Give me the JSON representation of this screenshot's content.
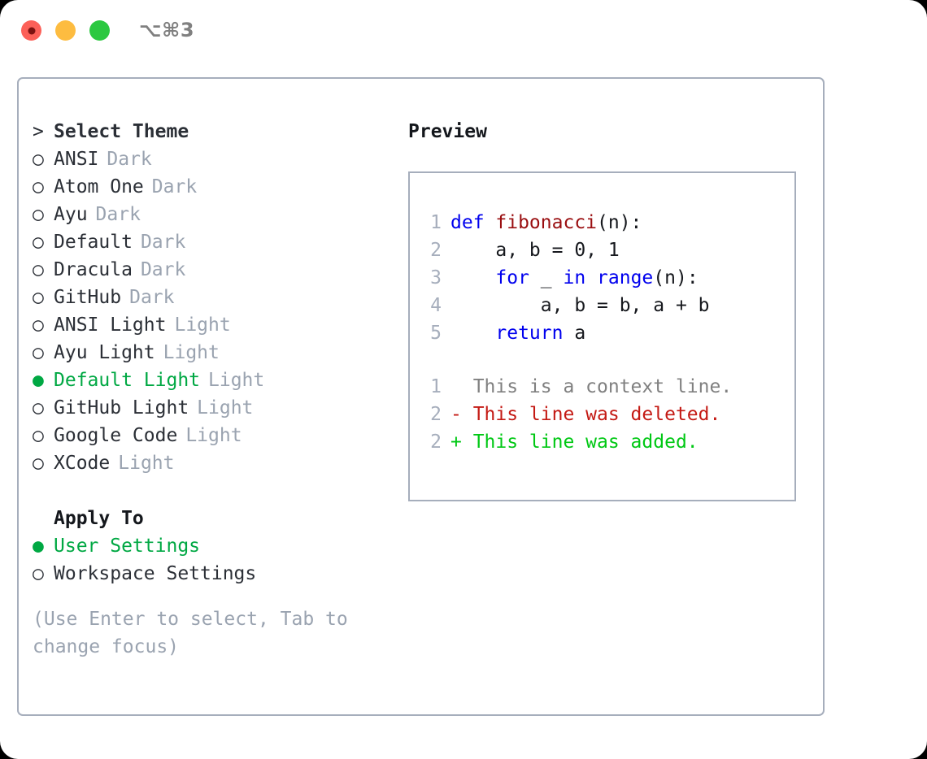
{
  "window": {
    "shortcut_label": "⌥⌘3",
    "traffic_lights": [
      "close-button",
      "minimize-button",
      "maximize-button"
    ],
    "accent_green": "#00a843",
    "border_color": "#a6aebc",
    "muted_color": "#9aa3b0"
  },
  "theme_picker": {
    "header_marker": ">",
    "header_label": "Select Theme",
    "marker_unselected": "○",
    "marker_selected": "●",
    "items": [
      {
        "label": "ANSI",
        "badge": "Dark",
        "selected": false
      },
      {
        "label": "Atom One",
        "badge": "Dark",
        "selected": false
      },
      {
        "label": "Ayu",
        "badge": "Dark",
        "selected": false
      },
      {
        "label": "Default",
        "badge": "Dark",
        "selected": false
      },
      {
        "label": "Dracula",
        "badge": "Dark",
        "selected": false
      },
      {
        "label": "GitHub",
        "badge": "Dark",
        "selected": false
      },
      {
        "label": "ANSI Light",
        "badge": "Light",
        "selected": false
      },
      {
        "label": "Ayu Light",
        "badge": "Light",
        "selected": false
      },
      {
        "label": "Default Light",
        "badge": "Light",
        "selected": true
      },
      {
        "label": "GitHub Light",
        "badge": "Light",
        "selected": false
      },
      {
        "label": "Google Code",
        "badge": "Light",
        "selected": false
      },
      {
        "label": "XCode",
        "badge": "Light",
        "selected": false
      }
    ]
  },
  "apply_to": {
    "header_label": "Apply To",
    "items": [
      {
        "label": "User Settings",
        "selected": true
      },
      {
        "label": "Workspace Settings",
        "selected": false
      }
    ]
  },
  "hint": {
    "text": "(Use Enter to select, Tab to change focus)"
  },
  "preview": {
    "title": "Preview",
    "code_lines": [
      {
        "no": "1",
        "tokens": [
          {
            "t": "def ",
            "c": "kw"
          },
          {
            "t": "fibonacci",
            "c": "fn"
          },
          {
            "t": "(n):",
            "c": "plain"
          }
        ]
      },
      {
        "no": "2",
        "tokens": [
          {
            "t": "    a, b = 0, 1",
            "c": "plain"
          }
        ]
      },
      {
        "no": "3",
        "tokens": [
          {
            "t": "    ",
            "c": "plain"
          },
          {
            "t": "for",
            "c": "kw"
          },
          {
            "t": " _ ",
            "c": "plain"
          },
          {
            "t": "in",
            "c": "kw"
          },
          {
            "t": " ",
            "c": "plain"
          },
          {
            "t": "range",
            "c": "kw"
          },
          {
            "t": "(n):",
            "c": "plain"
          }
        ]
      },
      {
        "no": "4",
        "tokens": [
          {
            "t": "        a, b = b, a + b",
            "c": "plain"
          }
        ]
      },
      {
        "no": "5",
        "tokens": [
          {
            "t": "    ",
            "c": "plain"
          },
          {
            "t": "return",
            "c": "kw"
          },
          {
            "t": " a",
            "c": "plain"
          }
        ]
      }
    ],
    "diff_lines": [
      {
        "no": "1",
        "text": "  This is a context line.",
        "kind": "ctx"
      },
      {
        "no": "2",
        "text": "- This line was deleted.",
        "kind": "del"
      },
      {
        "no": "2",
        "text": "+ This line was added.",
        "kind": "add"
      }
    ]
  }
}
